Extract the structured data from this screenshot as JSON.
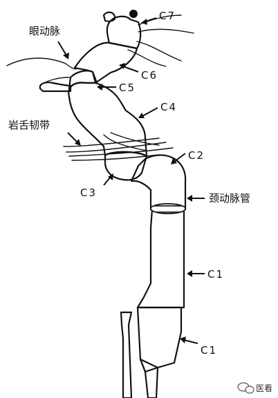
{
  "labels": {
    "ophthalmic_artery": "眼动脉",
    "petrolingual_ligament": "岩舌韧带",
    "carotid_canal": "颈动脉管",
    "c7": "C7",
    "c6": "C6",
    "c5": "C5",
    "c4": "C4",
    "c3": "C3",
    "c2": "C2",
    "c1_upper": "C1",
    "c1_lower": "C1"
  },
  "watermark": {
    "text": "医看",
    "icon": "wechat-bubble-icon"
  },
  "colors": {
    "ink": "#111111",
    "background": "#ffffff"
  }
}
